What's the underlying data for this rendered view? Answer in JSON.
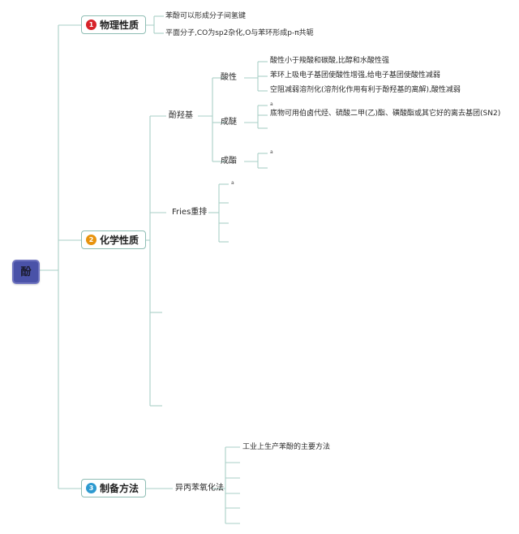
{
  "diagram": {
    "type": "mind-map",
    "title": "酚",
    "link_color": "#a9cfc7",
    "root": {
      "label": "酚",
      "color": "#4a52a8"
    },
    "branches": [
      {
        "index": "1",
        "badge_color": "#d7232a",
        "label": "物理性质",
        "children": [
          {
            "label": "苯酚可以形成分子间氢键"
          },
          {
            "label": "平面分子,CO为sp2杂化,O与苯环形成p-π共轭"
          }
        ]
      },
      {
        "index": "2",
        "badge_color": "#e8930f",
        "label": "化学性质",
        "children": [
          {
            "label": "酚羟基",
            "children": [
              {
                "label": "酸性",
                "children": [
                  {
                    "label": "酸性小于羧酸和碳酸,比醇和水酸性强"
                  },
                  {
                    "label": "苯环上吸电子基团使酸性增强,给电子基团使酸性减弱"
                  },
                  {
                    "label": "空阻减弱溶剂化(溶剂化作用有利于酚羟基的离解),酸性减弱"
                  }
                ]
              },
              {
                "label": "成醚",
                "children": [
                  {
                    "label": "a"
                  },
                  {
                    "label": "底物可用伯卤代烃、硫酸二甲(乙)酯、磺酸酯或其它好的离去基团(SN2)"
                  }
                ]
              },
              {
                "label": "成酯",
                "children": [
                  {
                    "label": "a"
                  },
                  {
                    "label": ""
                  }
                ]
              }
            ]
          },
          {
            "label": "Fries重排",
            "children": [
              {
                "label": "a"
              },
              {
                "label": ""
              },
              {
                "label": ""
              },
              {
                "label": ""
              }
            ]
          },
          {
            "label": ""
          },
          {
            "label": ""
          }
        ]
      },
      {
        "index": "3",
        "badge_color": "#2e9ad0",
        "label": "制备方法",
        "children": [
          {
            "label": "异丙苯氧化法",
            "children": [
              {
                "label": "工业上生产苯酚的主要方法"
              },
              {
                "label": ""
              },
              {
                "label": ""
              },
              {
                "label": ""
              },
              {
                "label": ""
              },
              {
                "label": ""
              }
            ]
          }
        ]
      }
    ]
  }
}
